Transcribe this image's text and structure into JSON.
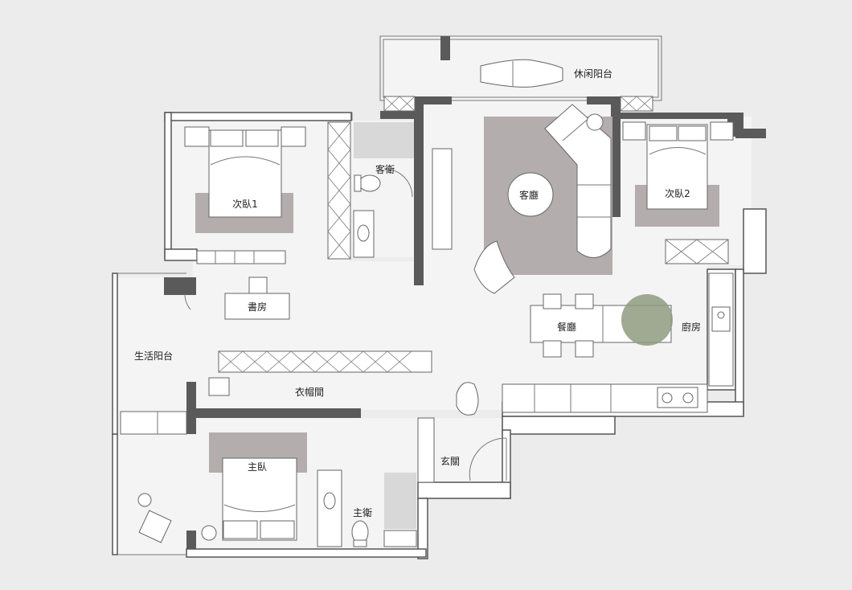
{
  "rooms": {
    "leisure_balcony": "休闲阳台",
    "guest_bath": "客衛",
    "bedroom_2a": "次臥1",
    "living_room": "客廳",
    "bedroom_2b": "次臥2",
    "study": "書房",
    "dining": "餐廳",
    "kitchen": "廚房",
    "utility_balcony": "生活阳台",
    "cloakroom": "衣帽間",
    "entrance": "玄關",
    "master_bedroom": "主臥",
    "master_bath": "主衛"
  },
  "colors": {
    "wall_dark": "#5a5a5a",
    "rug": "#b3adad",
    "background": "#ececec",
    "plant": "#8f9a7e"
  }
}
